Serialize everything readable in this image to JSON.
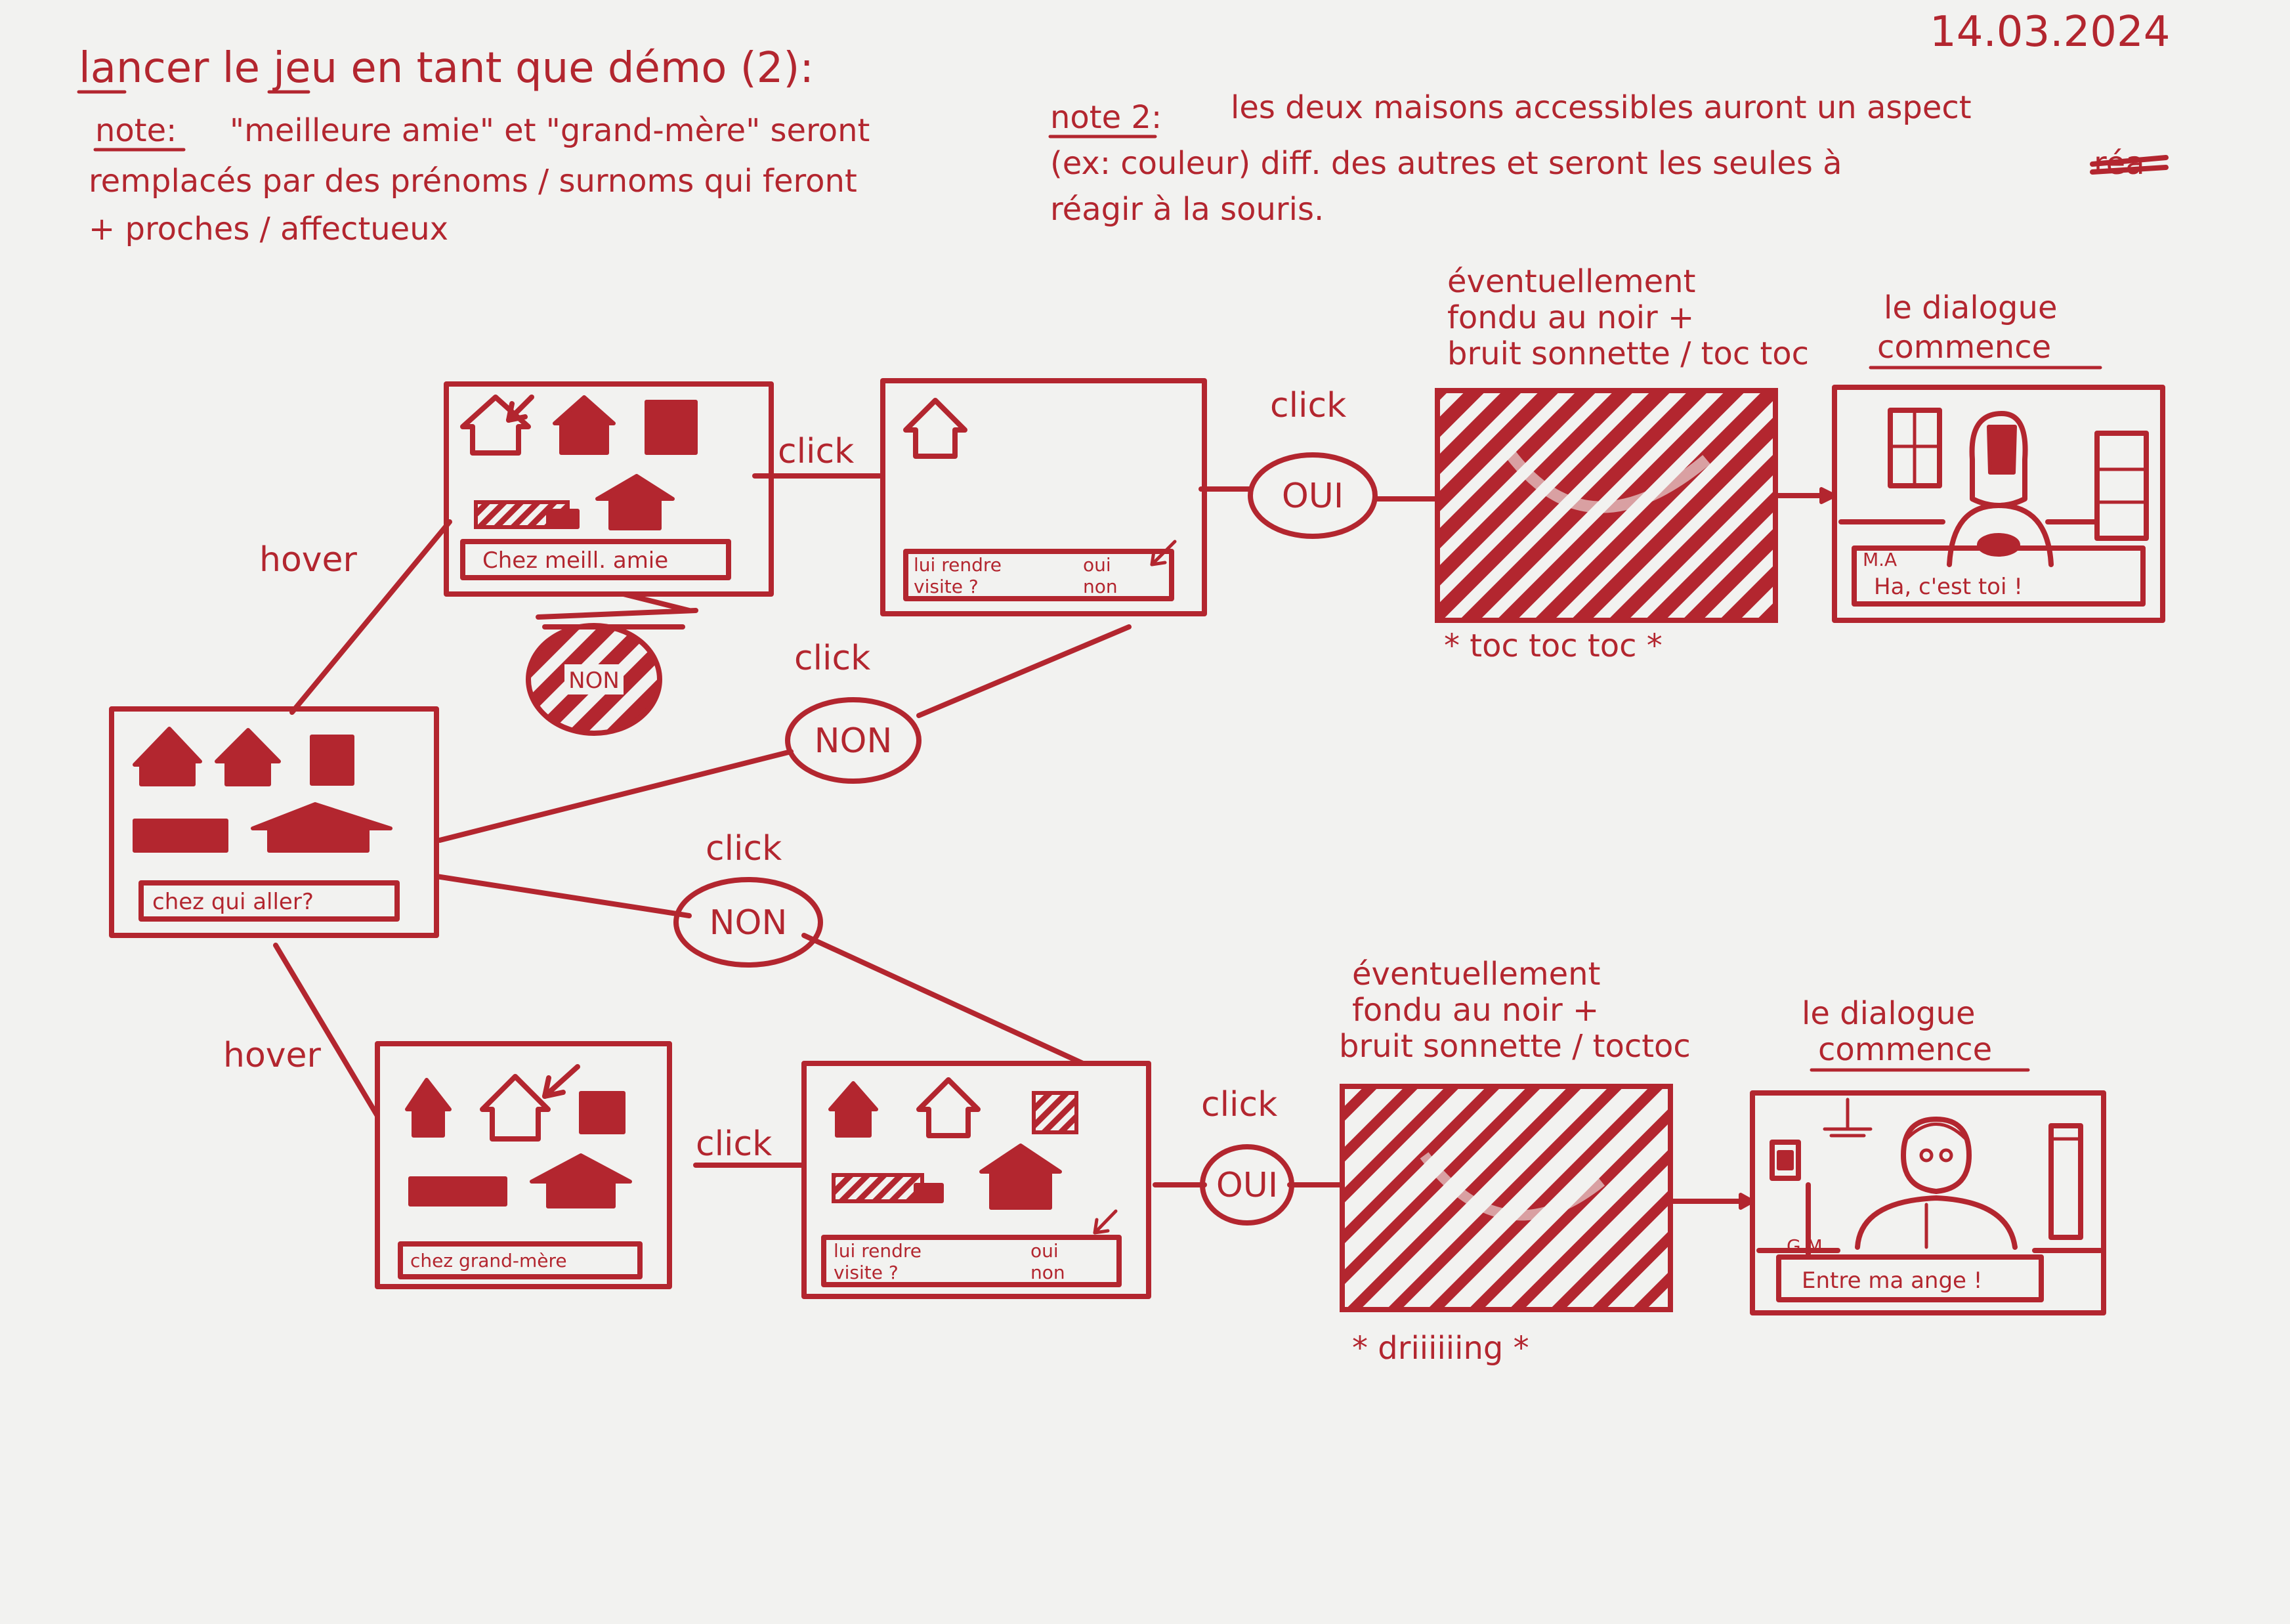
{
  "header": {
    "title": "lancer le jeu en tant que démo (2):",
    "date": "14.03.2024",
    "note1": {
      "label": "note:",
      "lines": [
        "\"meilleure amie\" et \"grand-mère\" seront",
        "remplacés par des prénoms / surnoms qui feront",
        "+ proches / affectueux"
      ]
    },
    "note2": {
      "label": "note 2:",
      "lines": [
        "les deux maisons accessibles auront un aspect",
        "(ex: couleur) diff. des autres et seront les seules à",
        "réagir à la souris."
      ],
      "struck": "réa"
    }
  },
  "edges": {
    "hover_top": "hover",
    "hover_bottom": "hover",
    "click_a": "click",
    "click_b": "click",
    "click_c": "click",
    "click_d": "click",
    "click_e": "click",
    "click_f": "click"
  },
  "choices": {
    "oui_top": "OUI",
    "oui_bottom": "OUI",
    "non_mid": "NON",
    "non_low": "NON",
    "non_struck": "NON"
  },
  "screens": {
    "start": {
      "prompt": "chez qui aller?"
    },
    "top_hover": {
      "caption": "Chez meill. amie"
    },
    "top_confirm": {
      "question": [
        "lui rendre",
        "visite ?"
      ],
      "options": [
        "oui",
        "non"
      ]
    },
    "bottom_hover": {
      "caption": "chez grand-mère"
    },
    "bottom_confirm": {
      "question": [
        "lui rendre",
        "visite ?"
      ],
      "options": [
        "oui",
        "non"
      ]
    },
    "top_dialogue": {
      "speaker": "M.A",
      "line": "Ha, c'est toi !"
    },
    "bottom_dialogue": {
      "speaker": "G.M",
      "line": "Entre ma ange !"
    }
  },
  "transitions": {
    "top": {
      "caption": [
        "éventuellement",
        "fondu au noir +",
        "bruit sonnette / toc toc"
      ],
      "sound": "* toc toc toc *"
    },
    "bottom": {
      "caption": [
        "éventuellement",
        "fondu au noir +",
        "bruit sonnette / toctoc"
      ],
      "sound": "* driiiiiing *"
    }
  },
  "dialogue_start": {
    "top": [
      "le dialogue",
      "commence"
    ],
    "bottom": [
      "le dialogue",
      "commence"
    ]
  },
  "ink_color": "#b3262f",
  "paper_color": "#f2f2f0"
}
